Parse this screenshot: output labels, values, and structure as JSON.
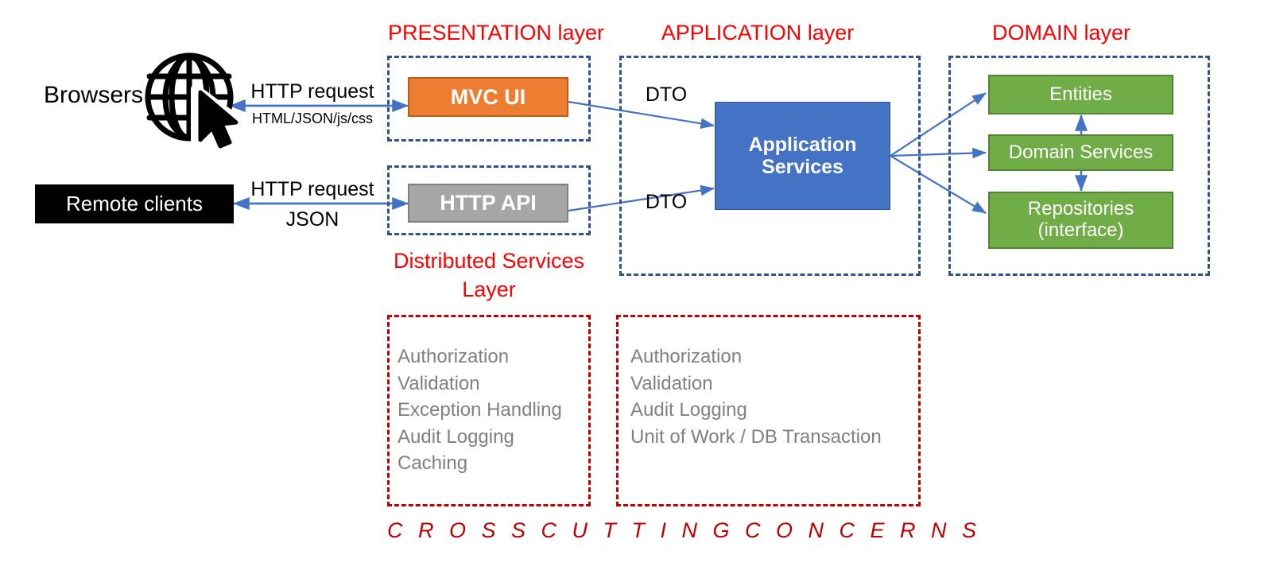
{
  "diagram": {
    "title": "Layered application architecture",
    "colors": {
      "layer_border": "#2E5395",
      "layer_caption": "#FF0000",
      "mvc_ui": "#ED7D31",
      "http_api": "#A6A6A6",
      "application_services": "#4472C4",
      "domain_box": "#70AD47",
      "remote_clients": "#000000",
      "cross_cutting_border": "#C00000",
      "cross_cutting_text": "#808080",
      "arrow": "#4472C4"
    }
  },
  "layer_captions": {
    "presentation": "PRESENTATION layer",
    "application": "APPLICATION layer",
    "domain": "DOMAIN layer",
    "distributed_services_line1": "Distributed Services",
    "distributed_services_line2": "Layer"
  },
  "clients": {
    "browsers_label": "Browsers",
    "globe_icon": "globe-with-cursor-icon",
    "remote_clients_label": "Remote clients"
  },
  "edges": {
    "browser_request": "HTTP request",
    "browser_response": "HTML/JSON/js/css",
    "api_request": "HTTP request",
    "api_response": "JSON",
    "dto_top": "DTO",
    "dto_bottom": "DTO"
  },
  "presentation": {
    "mvc_ui": "MVC UI",
    "http_api": "HTTP API"
  },
  "application": {
    "application_services_line1": "Application",
    "application_services_line2": "Services"
  },
  "domain": {
    "entities": "Entities",
    "domain_services": "Domain Services",
    "repositories_line1": "Repositories",
    "repositories_line2": "(interface)"
  },
  "cross_cutting": {
    "footer_title": "C R O S S   C U T T I N G   C O N C E R N S",
    "presentation_concerns": [
      "Authorization",
      "Validation",
      "Exception Handling",
      "Audit Logging",
      "Caching"
    ],
    "application_concerns": [
      "Authorization",
      "Validation",
      "Audit Logging",
      "Unit of Work / DB Transaction"
    ]
  }
}
